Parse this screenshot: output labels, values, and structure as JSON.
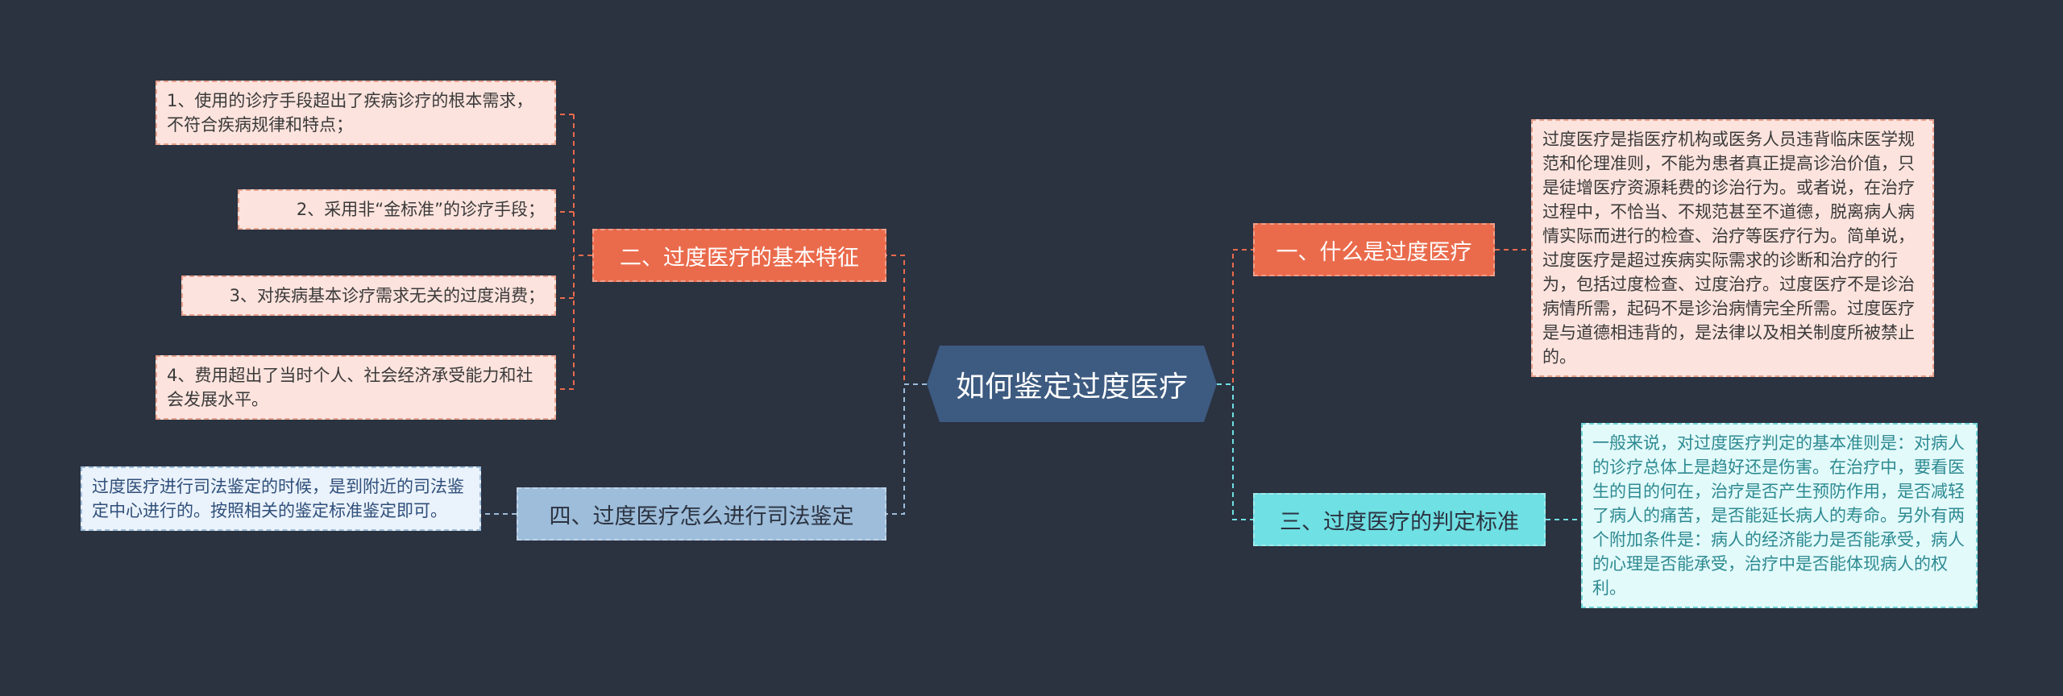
{
  "center": {
    "title": "如何鉴定过度医疗"
  },
  "branches": {
    "b1": {
      "label": "一、什么是过度医疗",
      "color": "#ea6b4c"
    },
    "b2": {
      "label": "二、过度医疗的基本特征",
      "color": "#ea6b4c"
    },
    "b3": {
      "label": "三、过度医疗的判定标准",
      "color": "#6fe0e3"
    },
    "b4": {
      "label": "四、过度医疗怎么进行司法鉴定",
      "color": "#9dbdda"
    }
  },
  "leaves": {
    "def": "过度医疗是指医疗机构或医务人员违背临床医学规范和伦理准则，不能为患者真正提高诊治价值，只是徒增医疗资源耗费的诊治行为。或者说，在治疗过程中，不恰当、不规范甚至不道德，脱离病人病情实际而进行的检查、治疗等医疗行为。简单说，过度医疗是超过疾病实际需求的诊断和治疗的行为，包括过度检查、过度治疗。过度医疗不是诊治病情所需，起码不是诊治病情完全所需。过度医疗是与道德相违背的，是法律以及相关制度所被禁止的。",
    "f1": "1、使用的诊疗手段超出了疾病诊疗的根本需求，不符合疾病规律和特点；",
    "f2": "2、采用非“金标准”的诊疗手段；",
    "f3": "3、对疾病基本诊疗需求无关的过度消费；",
    "f4": "4、费用超出了当时个人、社会经济承受能力和社会发展水平。",
    "std": "一般来说，对过度医疗判定的基本准则是：对病人的诊疗总体上是趋好还是伤害。在治疗中，要看医生的目的何在，治疗是否产生预防作用，是否减轻了病人的痛苦，是否能延长病人的寿命。另外有两个附加条件是：病人的经济能力是否能承受，病人的心理是否能承受，治疗中是否能体现病人的权利。",
    "jud": "过度医疗进行司法鉴定的时候，是到附近的司法鉴定中心进行的。按照相关的鉴定标准鉴定即可。"
  },
  "colors": {
    "background": "#2b3240",
    "center": "#3d5a80",
    "line_red": "#ea6b4c",
    "line_cyan": "#6fe0e3",
    "line_blue": "#9dbdda"
  }
}
